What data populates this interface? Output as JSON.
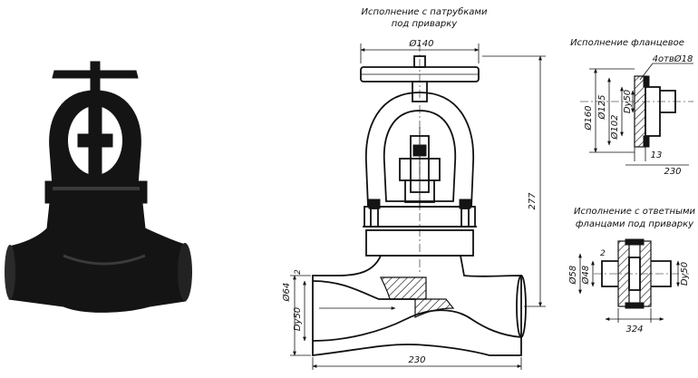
{
  "titles": {
    "weld": [
      "Исполнение с патрубками",
      "под приварку"
    ],
    "flange": "Исполнение фланцевое",
    "mating": [
      "Исполнение с ответными",
      "фланцами под приварку"
    ]
  },
  "main_dims": {
    "width_top": "Ø140",
    "height": "277",
    "length": "230",
    "outer_dia": "Ø64",
    "nominal": "Dу50",
    "edge": "2"
  },
  "flange_dims": {
    "holes": "4отвØ18",
    "d160": "Ø160",
    "d125": "Ø125",
    "d102": "Ø102",
    "nominal": "Dу50",
    "thick": "13",
    "length": "230"
  },
  "mating_dims": {
    "d58": "Ø58",
    "d48": "Ø48",
    "edge": "2",
    "nominal": "Dу50",
    "length": "324"
  }
}
